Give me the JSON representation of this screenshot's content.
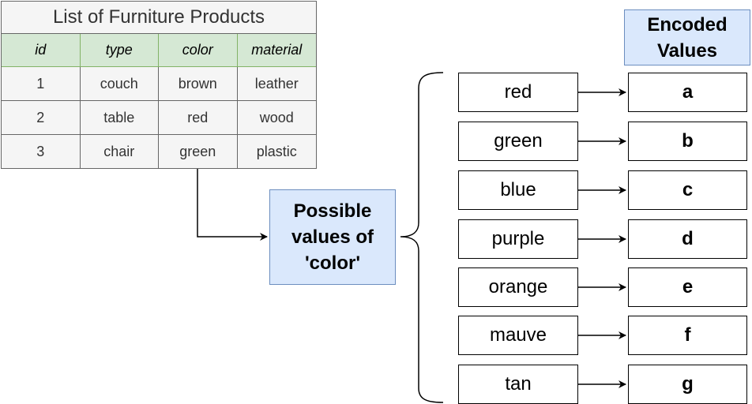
{
  "table": {
    "title": "List of Furniture Products",
    "columns": [
      "id",
      "type",
      "color",
      "material"
    ],
    "rows": [
      [
        "1",
        "couch",
        "brown",
        "leather"
      ],
      [
        "2",
        "table",
        "red",
        "wood"
      ],
      [
        "3",
        "chair",
        "green",
        "plastic"
      ]
    ]
  },
  "possible_box": {
    "label": "Possible\nvalues of\n'color'"
  },
  "encoded_header": {
    "label": "Encoded\nValues"
  },
  "mappings": [
    {
      "value": "red",
      "code": "a"
    },
    {
      "value": "green",
      "code": "b"
    },
    {
      "value": "blue",
      "code": "c"
    },
    {
      "value": "purple",
      "code": "d"
    },
    {
      "value": "orange",
      "code": "e"
    },
    {
      "value": "mauve",
      "code": "f"
    },
    {
      "value": "tan",
      "code": "g"
    }
  ],
  "colors": {
    "header_green": "#d5e8d4",
    "accent_blue": "#dae8fc",
    "accent_blue_border": "#6c8ebf"
  }
}
